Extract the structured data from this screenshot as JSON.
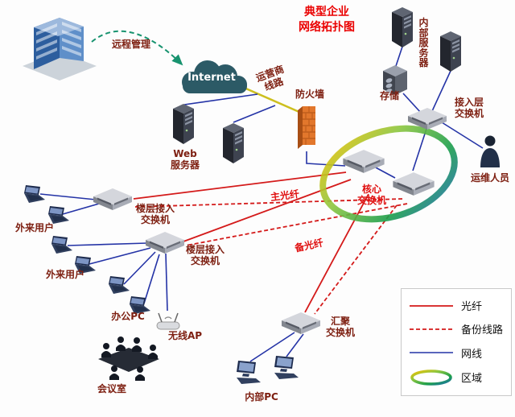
{
  "title": {
    "text": "典型企业\n网络拓扑图"
  },
  "colors": {
    "fiber": "#d41a1a",
    "backup": "#d41a1a",
    "lan": "#2433a6",
    "carrier": "#cdbf1e",
    "remote": "#18936f",
    "labeldark": "#7e2012",
    "labelred": "#e01010",
    "titlered": "#ea0000",
    "legendtext": "#111111",
    "ring1": "#f2c100",
    "ring2": "#8cc63f",
    "ring3": "#1b9e4b",
    "ring4": "#1f6fb4"
  },
  "nodes": {
    "building": {
      "label": "远程管理"
    },
    "internet": {
      "label": "Internet"
    },
    "carrier_line": {
      "label": "运营商\n线路"
    },
    "firewall": {
      "label": "防火墙"
    },
    "web_server": {
      "label": "Web\n服务器"
    },
    "internal_server": {
      "label": "内部服务器"
    },
    "storage": {
      "label": "存储"
    },
    "access_switch": {
      "label": "接入层\n交换机"
    },
    "ops_staff": {
      "label": "运维人员"
    },
    "core_switch": {
      "label": "核心\n交换机"
    },
    "floor_switch_1": {
      "label": "楼层接入\n交换机"
    },
    "floor_switch_2": {
      "label": "楼层接入\n交换机"
    },
    "external_user_1": {
      "label": "外来用户"
    },
    "external_user_2": {
      "label": "外来用户"
    },
    "office_pc": {
      "label": "办公PC"
    },
    "wireless_ap": {
      "label": "无线AP"
    },
    "meeting_room": {
      "label": "会议室"
    },
    "aggregation_switch": {
      "label": "汇聚\n交换机"
    },
    "internal_pc": {
      "label": "内部PC"
    }
  },
  "line_labels": {
    "main_fiber": "主光纤",
    "backup_fiber": "备光纤"
  },
  "legend": {
    "items": [
      {
        "label": "光纤",
        "type": "fiber"
      },
      {
        "label": "备份线路",
        "type": "backup"
      },
      {
        "label": "网线",
        "type": "lan"
      },
      {
        "label": "区域",
        "type": "zone"
      }
    ]
  }
}
